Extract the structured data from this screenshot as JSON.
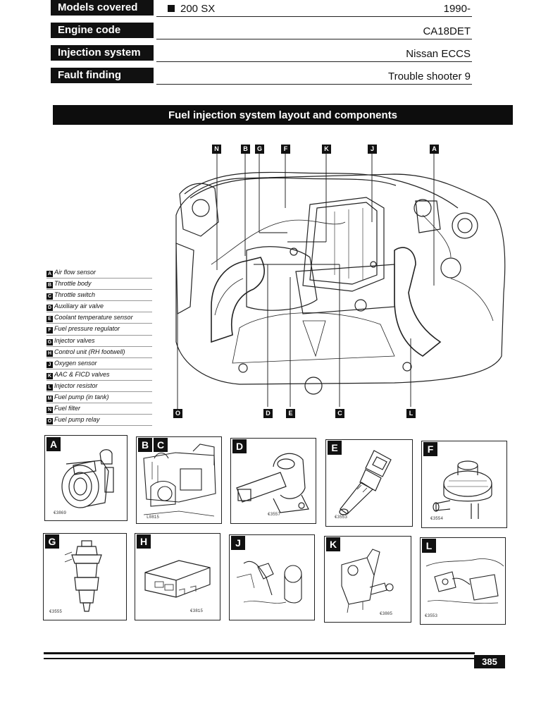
{
  "header": {
    "rows": [
      {
        "label": "Models covered",
        "left": "200 SX",
        "value": "1990-"
      },
      {
        "label": "Engine code",
        "value": "CA18DET"
      },
      {
        "label": "Injection system",
        "value": "Nissan ECCS"
      },
      {
        "label": "Fault finding",
        "value": "Trouble shooter 9"
      }
    ]
  },
  "title": "Fuel injection system layout and components",
  "diagram": {
    "top_keys": [
      "N",
      "B",
      "G",
      "F",
      "K",
      "J",
      "A"
    ],
    "bottom_keys": [
      "O",
      "D",
      "E",
      "C",
      "L"
    ]
  },
  "legend": [
    {
      "key": "A",
      "text": "Air flow sensor"
    },
    {
      "key": "B",
      "text": "Throttle body"
    },
    {
      "key": "C",
      "text": "Throttle switch"
    },
    {
      "key": "D",
      "text": "Auxiliary air valve"
    },
    {
      "key": "E",
      "text": "Coolant temperature sensor"
    },
    {
      "key": "F",
      "text": "Fuel pressure regulator"
    },
    {
      "key": "G",
      "text": "Injector valves"
    },
    {
      "key": "H",
      "text": "Control unit (RH footwell)"
    },
    {
      "key": "J",
      "text": "Oxygen sensor"
    },
    {
      "key": "K",
      "text": "AAC & FICD valves"
    },
    {
      "key": "L",
      "text": "Injector resistor"
    },
    {
      "key": "M",
      "text": "Fuel pump (in tank)"
    },
    {
      "key": "N",
      "text": "Fuel filter"
    },
    {
      "key": "O",
      "text": "Fuel pump relay"
    }
  ],
  "thumbnails": [
    {
      "key": "A",
      "code": "€3869"
    },
    {
      "key": "B",
      "key2": "C",
      "code": "L0815"
    },
    {
      "key": "D",
      "code": "€3557"
    },
    {
      "key": "E",
      "code": "€3553"
    },
    {
      "key": "F",
      "code": "€3554"
    },
    {
      "key": "G",
      "code": "€3555"
    },
    {
      "key": "H",
      "code": "€3815"
    },
    {
      "key": "J",
      "code": ""
    },
    {
      "key": "K",
      "code": "€3805"
    },
    {
      "key": "L",
      "code": "€3553"
    }
  ],
  "footer": {
    "page_number": "385"
  }
}
